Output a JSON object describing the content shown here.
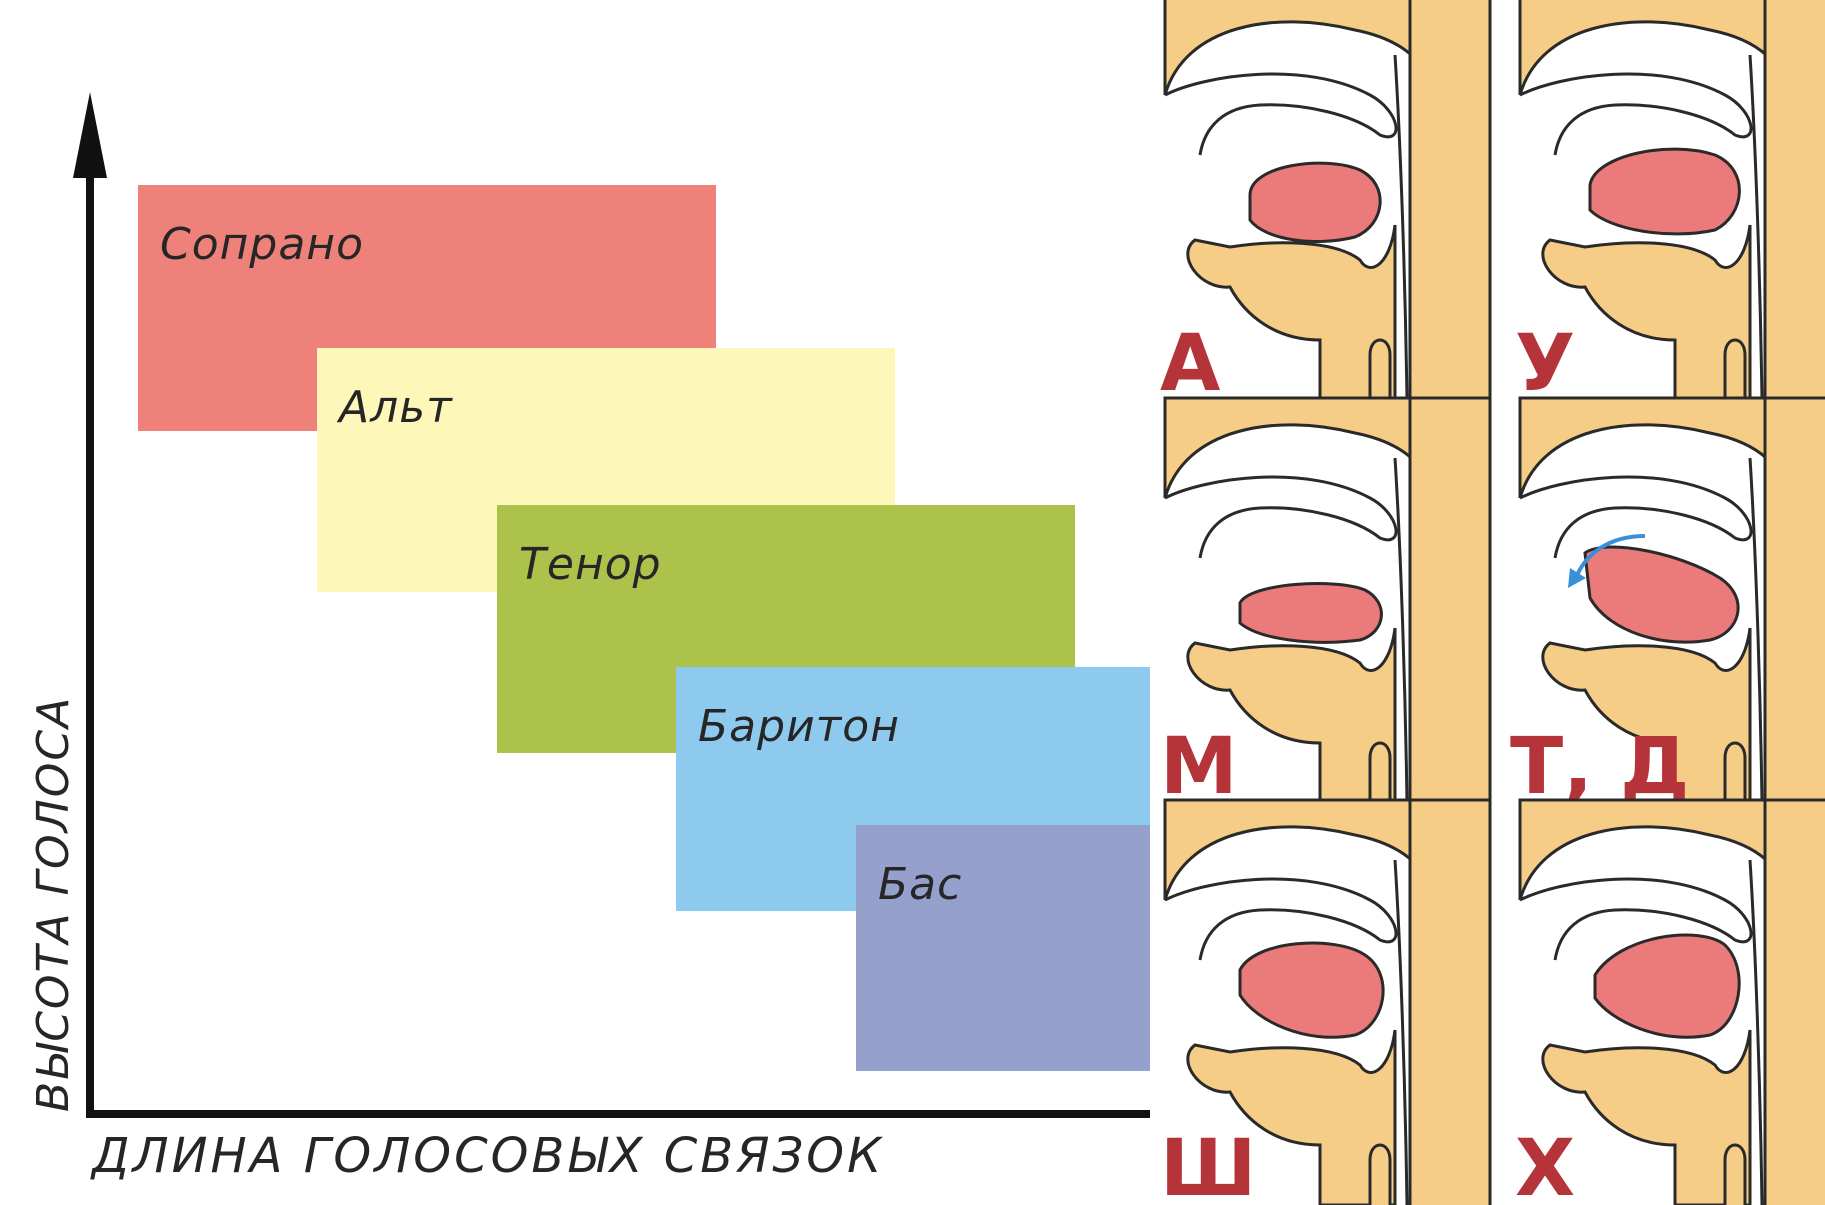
{
  "chart": {
    "y_axis_label": "ВЫСОТА ГОЛОСА",
    "x_axis_label": "ДЛИНА ГОЛОСОВЫХ СВЯЗОК",
    "voices": [
      {
        "label": "Сопрано",
        "color": "#ef817b"
      },
      {
        "label": "Альт",
        "color": "#fdf8b9"
      },
      {
        "label": "Тенор",
        "color": "#adc24b"
      },
      {
        "label": "Баритон",
        "color": "#8ecaee"
      },
      {
        "label": "Бас",
        "color": "#95a0cd"
      }
    ]
  },
  "articulation": {
    "colors": {
      "skin": "#f5cd86",
      "tongue": "#ea7b7a",
      "outline": "#2a2a2a",
      "airflow": "#3a8fd9",
      "letter": "#b5343a"
    },
    "panels": [
      {
        "letter": "А",
        "tongue": "low-back"
      },
      {
        "letter": "У",
        "tongue": "raised-back"
      },
      {
        "letter": "М",
        "tongue": "flat"
      },
      {
        "letter": "Т, Д",
        "tongue": "tip-at-teeth",
        "arrow": "airflow-arrow"
      },
      {
        "letter": "Ш",
        "tongue": "high-mid"
      },
      {
        "letter": "Х",
        "tongue": "high-back"
      }
    ]
  }
}
